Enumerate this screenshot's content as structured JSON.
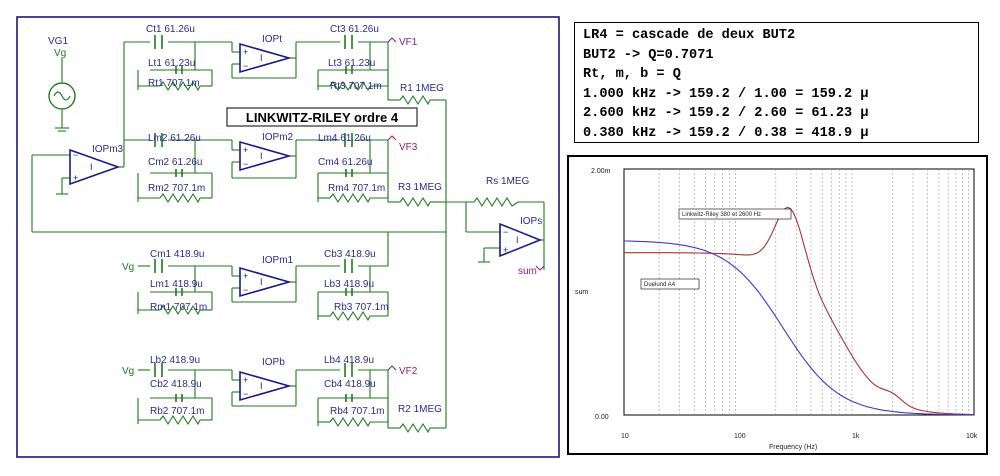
{
  "title": "LINKWITZ-RILEY ordre 4",
  "schematic": {
    "source": {
      "name": "VG1",
      "label": "Vg"
    },
    "stages": [
      {
        "opamp": "IOPt",
        "in_cap": "Ct1 61.26u",
        "in_ind": "Lt1 61.23u",
        "in_res": "Rt1 707.1m",
        "out_cap": "Ct3 61.26u",
        "out_ind": "Lt3 61.23u",
        "out_res": "Rt3 707.1m",
        "out_node": "VF1",
        "sum_res": "R1 1MEG"
      },
      {
        "opamp": "IOPm2",
        "in_cap": "Lm2 61.26u",
        "in_ind": "Cm2 61.26u",
        "in_res": "Rm2 707.1m",
        "out_cap": "Lm4 61.26u",
        "out_ind": "Cm4 61.26u",
        "out_res": "Rm4 707.1m",
        "out_node": "VF3",
        "sum_res": "R3 1MEG"
      },
      {
        "opamp": "IOPm1",
        "in_label": "Vg",
        "in_cap": "Cm1 418.9u",
        "in_ind": "Lm1 418.9u",
        "in_res": "Rm1 707.1m",
        "out_cap": "Cb3 418.9u",
        "out_ind": "Lb3 418.9u",
        "out_res": "Rb3 707.1m"
      },
      {
        "opamp": "IOPb",
        "in_label": "Vg",
        "in_cap": "Lb2 418.9u",
        "in_ind": "Cb2 418.9u",
        "in_res": "Rb2 707.1m",
        "out_cap": "Lb4 418.9u",
        "out_ind": "Cb4 418.9u",
        "out_res": "Rb4 707.1m",
        "out_node": "VF2",
        "sum_res": "R2 1MEG"
      }
    ],
    "input_buffer": "IOPm3",
    "summer": {
      "opamp": "IOPs",
      "res": "Rs 1MEG",
      "out_node": "sum"
    }
  },
  "notes": [
    "LR4 = cascade de deux BUT2",
    "BUT2 -> Q=0.7071",
    "Rt, m, b = Q",
    "1.000 kHz -> 159.2 / 1.00 = 159.2 µ",
    "2.600 kHz -> 159.2 / 2.60 = 61.23 µ",
    "0.380 kHz -> 159.2 / 0.38 = 418.9 µ"
  ],
  "colors": {
    "wire": "#1f7a1f",
    "part": "#2b2b8a",
    "curve_red": "#a83232",
    "curve_blue": "#3a3acc",
    "frame": "#1a1a6e"
  }
}
